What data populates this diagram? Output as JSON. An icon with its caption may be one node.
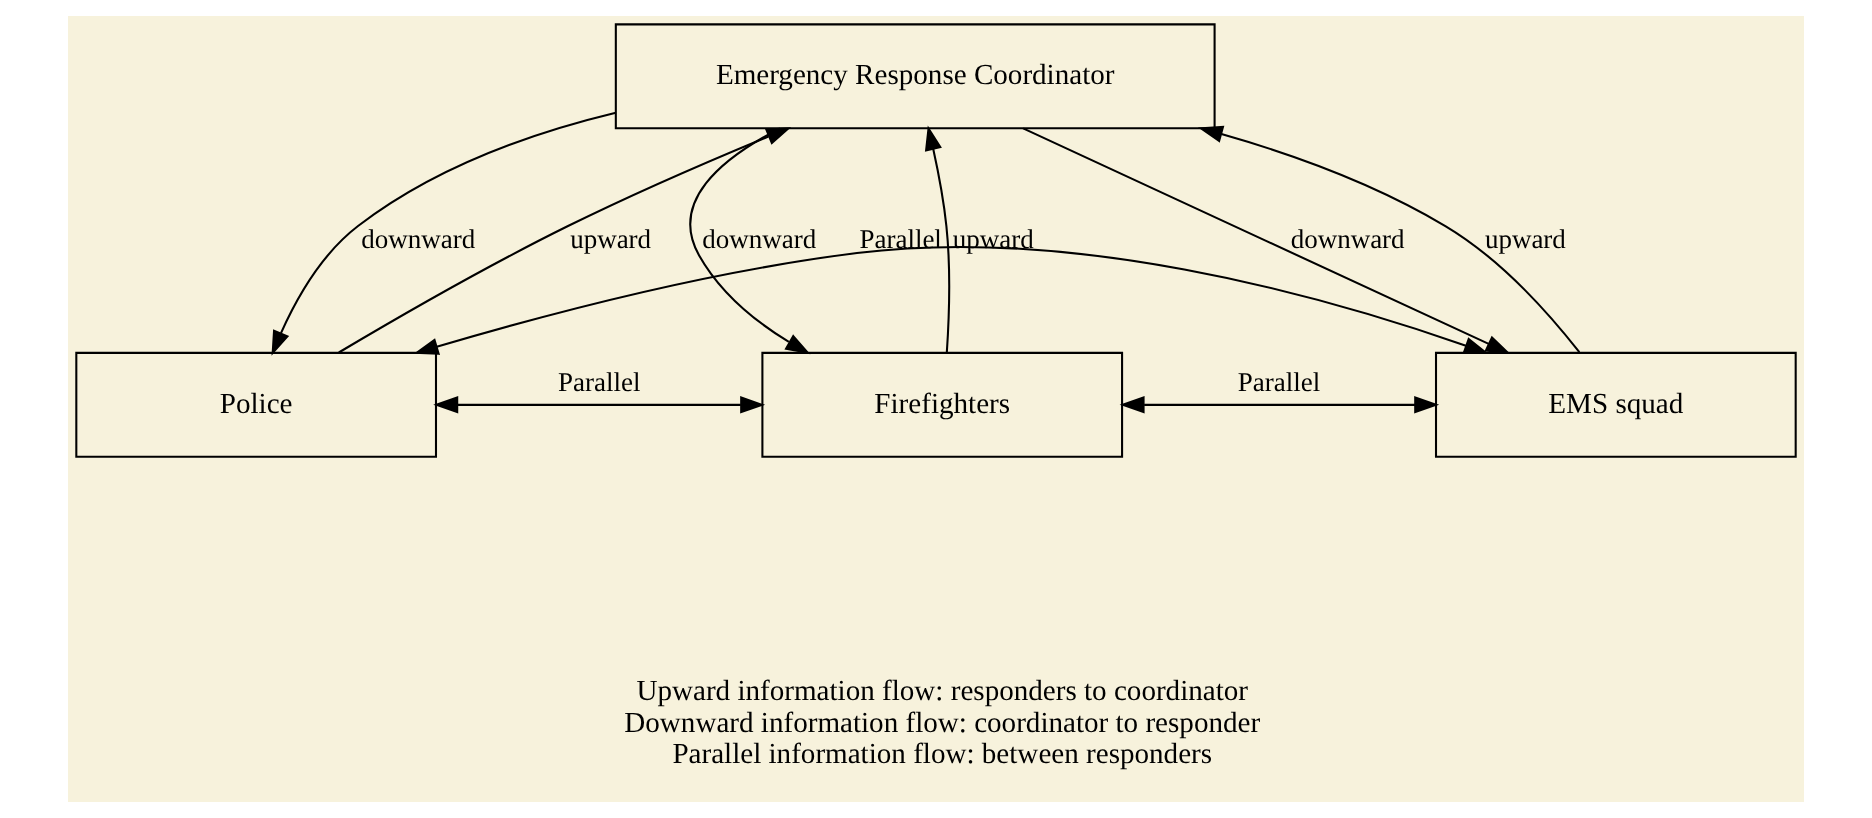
{
  "diagram": {
    "nodes": [
      {
        "text": [
          "Emergency Response Coordinator"
        ]
      },
      {
        "text": [
          "Police"
        ]
      },
      {
        "text": [
          "Firefighters"
        ]
      },
      {
        "text": [
          "EMS squad"
        ]
      }
    ],
    "edges": [
      {
        "from": 1,
        "to": 0,
        "arrow": "to",
        "label": "upward"
      },
      {
        "from": 0,
        "to": 1,
        "arrow": "to",
        "label": "downward"
      },
      {
        "from": 2,
        "to": 0,
        "arrow": "to",
        "label": "upward"
      },
      {
        "from": 0,
        "to": 2,
        "arrow": "to",
        "label": "downward"
      },
      {
        "from": 0,
        "to": 3,
        "arrow": "to",
        "label": "downward"
      },
      {
        "from": 3,
        "to": 0,
        "arrow": "to",
        "label": "upward"
      },
      {
        "from": 1,
        "to": 2,
        "arrow": "both",
        "label": "Parallel"
      },
      {
        "from": 2,
        "to": 3,
        "arrow": "both",
        "label": "Parallel"
      },
      {
        "from": 1,
        "to": 3,
        "arrow": "both",
        "label": "Parallel"
      }
    ],
    "labels": [
      "Upward information flow: responders to coordinator",
      "Downward information flow: coordinator to responder",
      "Parallel information flow: between responders"
    ]
  }
}
